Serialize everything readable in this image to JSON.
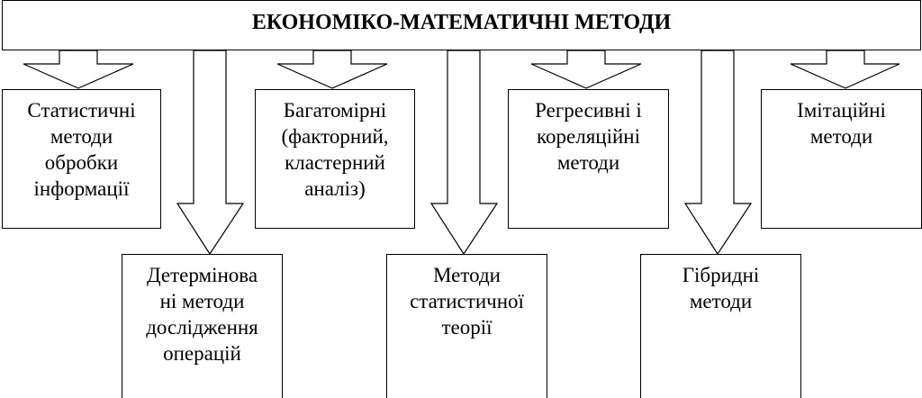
{
  "diagram": {
    "title": "ЕКОНОМІКО-МАТЕМАТИЧНІ МЕТОДИ",
    "top_row": [
      "Статистичні\nметоди\nобробки\nінформації",
      "Багатомірні\n(факторний,\nкластерний\nаналіз)",
      "Регресивні і\nкореляційні\nметоди",
      "Імітаційні\nметоди"
    ],
    "bottom_row": [
      "Детермінова\nні методи\nдослідження\nоперацій",
      "Методи\nстатистичної\nтеорії",
      "Гібридні\nметоди"
    ]
  }
}
